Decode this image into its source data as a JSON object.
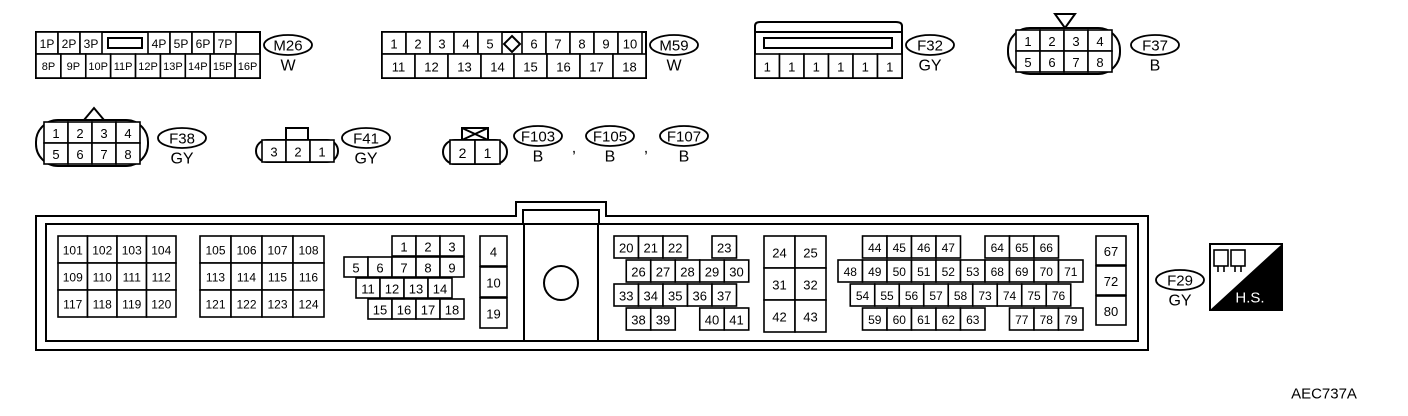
{
  "connectors": {
    "m26": {
      "id": "M26",
      "color": "W",
      "top": [
        "1P",
        "2P",
        "3P",
        "",
        "4P",
        "5P",
        "6P",
        "7P"
      ],
      "bottom": [
        "8P",
        "9P",
        "10P",
        "11P",
        "12P",
        "13P",
        "14P",
        "15P",
        "16P"
      ]
    },
    "m59": {
      "id": "M59",
      "color": "W",
      "top": [
        "1",
        "2",
        "3",
        "4",
        "5",
        "",
        "6",
        "7",
        "8",
        "9",
        "10"
      ],
      "bottom": [
        "11",
        "12",
        "13",
        "14",
        "15",
        "16",
        "17",
        "18"
      ]
    },
    "f32": {
      "id": "F32",
      "color": "GY",
      "pins": [
        "1",
        "1",
        "1",
        "1",
        "1",
        "1"
      ]
    },
    "f37": {
      "id": "F37",
      "color": "B",
      "top": [
        "1",
        "2",
        "3",
        "4"
      ],
      "bottom": [
        "5",
        "6",
        "7",
        "8"
      ]
    },
    "f38": {
      "id": "F38",
      "color": "GY",
      "top": [
        "1",
        "2",
        "3",
        "4"
      ],
      "bottom": [
        "5",
        "6",
        "7",
        "8"
      ]
    },
    "f41": {
      "id": "F41",
      "color": "GY",
      "pins": [
        "3",
        "2",
        "1"
      ]
    },
    "f103": {
      "pins": [
        "2",
        "1"
      ],
      "tags": [
        {
          "id": "F103",
          "color": "B"
        },
        {
          "id": "F105",
          "color": "B"
        },
        {
          "id": "F107",
          "color": "B"
        }
      ],
      "separator": ","
    },
    "f29": {
      "id": "F29",
      "color": "GY",
      "b1": [
        [
          "101",
          "102",
          "103",
          "104"
        ],
        [
          "109",
          "110",
          "111",
          "112"
        ],
        [
          "117",
          "118",
          "119",
          "120"
        ]
      ],
      "b2": [
        [
          "105",
          "106",
          "107",
          "108"
        ],
        [
          "113",
          "114",
          "115",
          "116"
        ],
        [
          "121",
          "122",
          "123",
          "124"
        ]
      ],
      "b3": [
        [
          "1",
          "2",
          "3"
        ],
        [
          "5",
          "6",
          "7",
          "8",
          "9"
        ],
        [
          "11",
          "12",
          "13",
          "14"
        ],
        [
          "15",
          "16",
          "17",
          "18"
        ]
      ],
      "b4": [
        "4",
        "10",
        "19"
      ],
      "b5": [
        [
          "20",
          "21",
          "22",
          "23"
        ],
        [
          "26",
          "27",
          "28",
          "29",
          "30"
        ],
        [
          "33",
          "34",
          "35",
          "36",
          "37"
        ],
        [
          "38",
          "39",
          "40",
          "41"
        ]
      ],
      "b6": [
        [
          "24",
          "25"
        ],
        [
          "31",
          "32"
        ],
        [
          "42",
          "43"
        ]
      ],
      "b7": [
        [
          "44",
          "45",
          "46",
          "47",
          "64",
          "65",
          "66"
        ],
        [
          "48",
          "49",
          "50",
          "51",
          "52",
          "53",
          "68",
          "69",
          "70",
          "71"
        ],
        [
          "54",
          "55",
          "56",
          "57",
          "58",
          "73",
          "74",
          "75",
          "76"
        ],
        [
          "59",
          "60",
          "61",
          "62",
          "63",
          "77",
          "78",
          "79"
        ]
      ],
      "b8": [
        "67",
        "72",
        "80"
      ]
    }
  },
  "hs": {
    "label": "H.S."
  },
  "figure_code": "AEC737A"
}
